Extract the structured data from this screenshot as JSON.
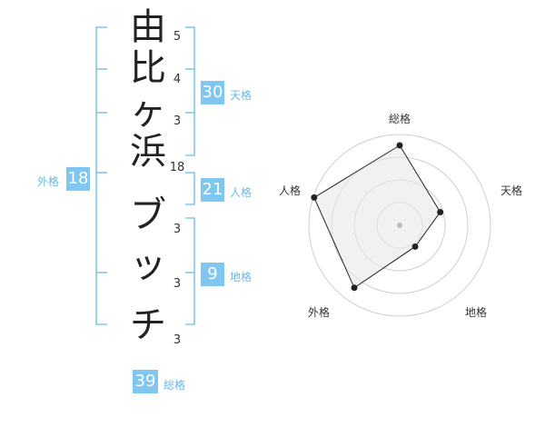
{
  "name": {
    "characters": [
      {
        "char": "由",
        "strokes": "5"
      },
      {
        "char": "比",
        "strokes": "4"
      },
      {
        "char": "ヶ",
        "strokes": "3"
      },
      {
        "char": "浜",
        "strokes": "18"
      },
      {
        "char": "ブ",
        "strokes": "3"
      },
      {
        "char": "ッ",
        "strokes": "3"
      },
      {
        "char": "チ",
        "strokes": "3"
      }
    ]
  },
  "kakusu": {
    "tenkaku": {
      "value": "30",
      "label": "天格"
    },
    "jinkaku": {
      "value": "21",
      "label": "人格"
    },
    "chikaku": {
      "value": "9",
      "label": "地格"
    },
    "gaikaku": {
      "value": "18",
      "label": "外格"
    },
    "soukaku": {
      "value": "39",
      "label": "総格"
    }
  },
  "radar": {
    "axes": [
      "総格",
      "天格",
      "地格",
      "外格",
      "人格"
    ],
    "levels": 4,
    "values": [
      0.88,
      0.47,
      0.29,
      0.85,
      0.99
    ],
    "colors": {
      "line": "#222222",
      "fill": "#e8e8e8",
      "ring": "#cfcfcf",
      "point": "#222222",
      "center": "#bbbbbb"
    }
  },
  "colors": {
    "accent": "#7fc6f0",
    "label": "#6ab8e6",
    "bracket": "#7fc6f0"
  }
}
